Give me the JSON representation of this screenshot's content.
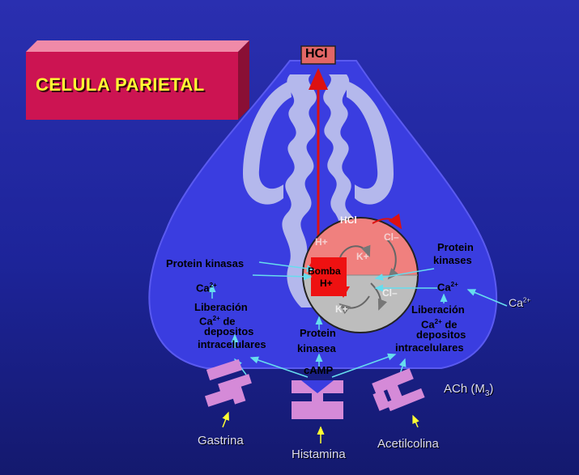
{
  "title": "CELULA PARIETAL",
  "output": "HCl",
  "pump": {
    "line1": "Bomba",
    "line2": "H+",
    "hcl": "HCl",
    "h_plus": "H+",
    "k_plus_top": "K+",
    "k_plus_bottom": "K+",
    "cl_top": "Cl–",
    "cl_bottom": "Cl–"
  },
  "left_path": {
    "protein_kinasas": "Protein kinasas",
    "ca": "Ca",
    "ca_sup": "2+",
    "liberacion_1": "Liberación",
    "liberacion_2a": "Ca",
    "liberacion_2sup": "2+",
    "liberacion_2b": " de",
    "liberacion_3": "depositos",
    "liberacion_4": "intracelulares"
  },
  "center_path": {
    "protein_1": "Protein",
    "protein_2": "kinasea",
    "camp": "cAMP"
  },
  "right_path": {
    "protein_1": "Protein",
    "protein_2": "kinases",
    "ca": "Ca",
    "ca_sup": "2+",
    "liberacion_1": "Liberación",
    "liberacion_2a": "Ca",
    "liberacion_2sup": "2+",
    "liberacion_2b": " de",
    "liberacion_3": "depositos",
    "liberacion_4": "intracelulares"
  },
  "external_ca": "Ca",
  "external_ca_sup": "2+",
  "receptors": {
    "ach_label": "ACh (M",
    "ach_sub": "3",
    "ach_close": ")",
    "gastrina": "Gastrina",
    "histamina": "Histamina",
    "acetilcolina": "Acetilcolina"
  },
  "colors": {
    "background": "#1d2499",
    "cell_body": "#3a3de0",
    "canaliculi": "#b4b8ec",
    "title_box": "#cc1452",
    "pump_top": "#f0807e",
    "pump_bottom": "#bdbdbd",
    "receptor": "#d58ad8",
    "arrow_cyan": "#66ddee",
    "arrow_yellow": "#ffff33",
    "arrow_red": "#dd1111"
  }
}
